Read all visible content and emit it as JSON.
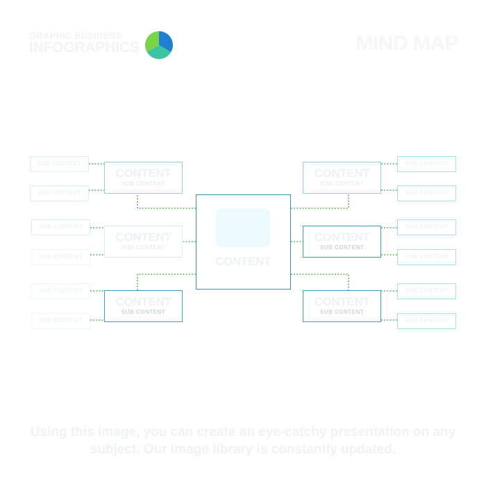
{
  "header": {
    "brand_line1": "GRAPHIC BUSINESS",
    "brand_line2": "INFOGRAPHICS",
    "title": "MIND MAP",
    "logo_colors": [
      "#1f7fd1",
      "#3ec3a3",
      "#7bd34a"
    ]
  },
  "center": {
    "label": "CONTENT"
  },
  "branches": {
    "left_top": {
      "title": "CONTENT",
      "subtitle": "SUB CONTENT"
    },
    "left_mid": {
      "title": "CONTENT",
      "subtitle": "SUB CONTENT"
    },
    "left_bottom": {
      "title": "CONTENT",
      "subtitle": "SUB CONTENT"
    },
    "right_top": {
      "title": "CONTENT",
      "subtitle": "SUB CONTENT"
    },
    "right_mid": {
      "title": "CONTENT",
      "subtitle": "SUB CONTENT"
    },
    "right_bottom": {
      "title": "CONTENT",
      "subtitle": "SUB CONTENT"
    }
  },
  "leaves": {
    "left": [
      "SUB CONTENT",
      "SUB CONTENT",
      "SUB CONTENT",
      "SUB CONTENT",
      "SUB CONTENT",
      "SUB CONTENT"
    ],
    "right": [
      "SUB CONTENT",
      "SUB CONTENT",
      "SUB CONTENT",
      "SUB CONTENT",
      "SUB CONTENT",
      "SUB CONTENT"
    ]
  },
  "footer": {
    "text": "Using this image, you can create an eye-catchy presentation on any subject. Our image library is constantly updated."
  },
  "colors": {
    "connector": "#4caf50",
    "center_border": "#3a8fb5",
    "strong_border": "#3a9fc1",
    "faint_border": "#d6eef3"
  }
}
